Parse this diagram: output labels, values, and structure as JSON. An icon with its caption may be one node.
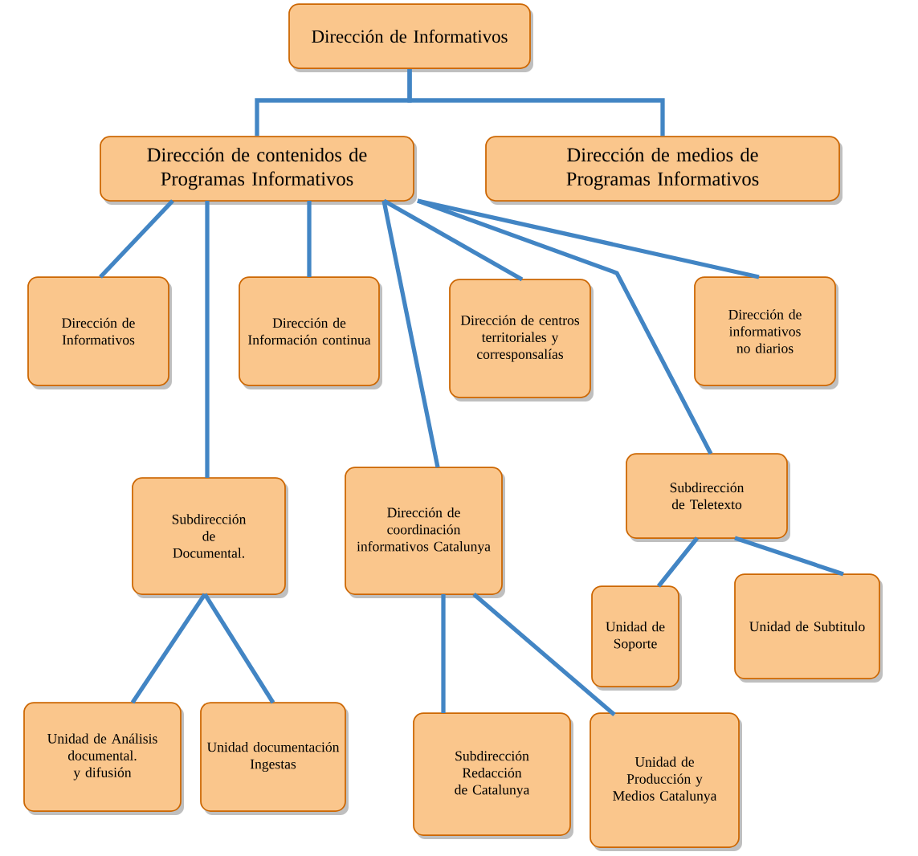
{
  "diagram": {
    "nodes": [
      {
        "text": [
          "Dirección de Informativos"
        ]
      },
      {
        "text": [
          "Dirección de contenidos de Programas Informativos"
        ]
      },
      {
        "text": [
          "Dirección de medios de Programas Informativos"
        ]
      },
      {
        "text": [
          "Dirección de Informativos"
        ]
      },
      {
        "text": [
          "Dirección de Información continua"
        ]
      },
      {
        "text": [
          "Dirección de centros territoriales y corresponsalías"
        ]
      },
      {
        "text": [
          "Dirección de informativos no diarios"
        ]
      },
      {
        "text": [
          "Subdirección de Teletexto"
        ]
      },
      {
        "text": [
          "Subdirección de Documental."
        ]
      },
      {
        "text": [
          "Dirección de coordinación informativos Catalunya"
        ]
      },
      {
        "text": [
          "Unidad de Soporte"
        ]
      },
      {
        "text": [
          "Unidad de Subtitulo"
        ]
      },
      {
        "text": [
          "Unidad de Análisis documental. y difusión"
        ]
      },
      {
        "text": [
          "Unidad documentación Ingestas"
        ]
      },
      {
        "text": [
          "Subdirección Redacción de Catalunya"
        ]
      },
      {
        "text": [
          "Unidad de Producción y Medios Catalunya"
        ]
      }
    ],
    "edges": [
      {
        "from": 0,
        "to": 1,
        "arrow": "none"
      },
      {
        "from": 0,
        "to": 2,
        "arrow": "none"
      },
      {
        "from": 1,
        "to": 3,
        "arrow": "none"
      },
      {
        "from": 1,
        "to": 8,
        "arrow": "none"
      },
      {
        "from": 1,
        "to": 4,
        "arrow": "none"
      },
      {
        "from": 1,
        "to": 9,
        "arrow": "none"
      },
      {
        "from": 1,
        "to": 5,
        "arrow": "none"
      },
      {
        "from": 1,
        "to": 7,
        "arrow": "none"
      },
      {
        "from": 1,
        "to": 6,
        "arrow": "none"
      },
      {
        "from": 7,
        "to": 10,
        "arrow": "none"
      },
      {
        "from": 7,
        "to": 11,
        "arrow": "none"
      },
      {
        "from": 8,
        "to": 12,
        "arrow": "none"
      },
      {
        "from": 8,
        "to": 13,
        "arrow": "none"
      },
      {
        "from": 9,
        "to": 14,
        "arrow": "none"
      },
      {
        "from": 9,
        "to": 15,
        "arrow": "none"
      }
    ]
  }
}
